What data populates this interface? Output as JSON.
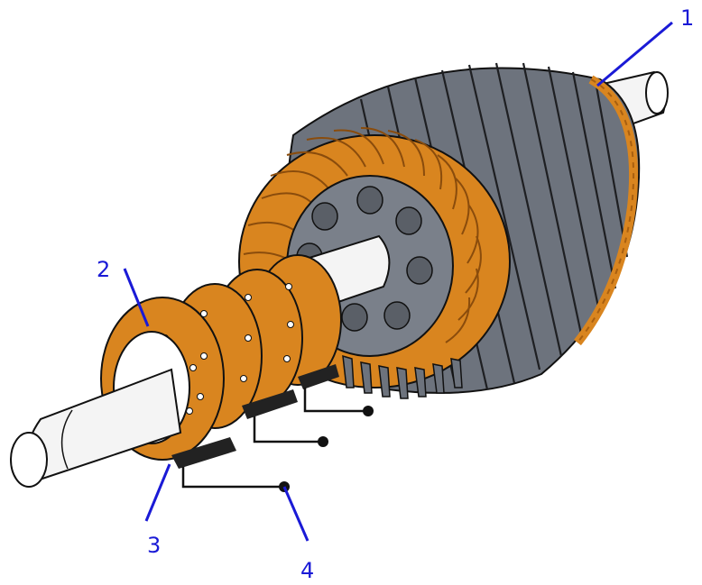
{
  "callouts": [
    {
      "id": "1",
      "label": "1"
    },
    {
      "id": "2",
      "label": "2"
    },
    {
      "id": "3",
      "label": "3"
    },
    {
      "id": "4",
      "label": "4"
    }
  ],
  "colors": {
    "core": "#6d737d",
    "core_dark": "#4a4f57",
    "winding": "#d9851f",
    "winding_dark": "#a85f10",
    "shaft": "#f4f4f4",
    "callout_line": "#1a1ad6",
    "brush": "#222222"
  }
}
